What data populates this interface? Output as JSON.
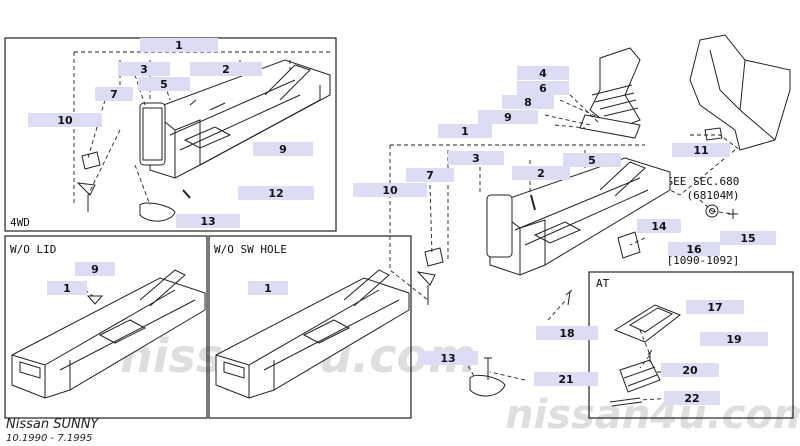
{
  "colors": {
    "label_highlight": "#dcdcf4",
    "line": "#222222",
    "watermark": "#dedede"
  },
  "watermark_text": "nissan4u.com",
  "footer": {
    "model": "Nissan SUNNY",
    "date_range": "10.1990 - 7.1995"
  },
  "panel_titles": {
    "four_wd": "4WD",
    "wo_lid": "W/O LID",
    "wo_sw_hole": "W/O SW HOLE",
    "at": "AT"
  },
  "notes": {
    "see_sec": "SEE SEC.680",
    "see_sec_code": "(68104M)",
    "date_code": "[1090-1092]"
  },
  "labels": [
    {
      "id": "1"
    },
    {
      "id": "3"
    },
    {
      "id": "5"
    },
    {
      "id": "2"
    },
    {
      "id": "7"
    },
    {
      "id": "10"
    },
    {
      "id": "9"
    },
    {
      "id": "12"
    },
    {
      "id": "13"
    },
    {
      "id": "9"
    },
    {
      "id": "1"
    },
    {
      "id": "1"
    },
    {
      "id": "4"
    },
    {
      "id": "6"
    },
    {
      "id": "8"
    },
    {
      "id": "9"
    },
    {
      "id": "1"
    },
    {
      "id": "3"
    },
    {
      "id": "7"
    },
    {
      "id": "10"
    },
    {
      "id": "2"
    },
    {
      "id": "5"
    },
    {
      "id": "11"
    },
    {
      "id": "14"
    },
    {
      "id": "16"
    },
    {
      "id": "15"
    },
    {
      "id": "18"
    },
    {
      "id": "13"
    },
    {
      "id": "21"
    },
    {
      "id": "17"
    },
    {
      "id": "19"
    },
    {
      "id": "20"
    },
    {
      "id": "22"
    }
  ]
}
